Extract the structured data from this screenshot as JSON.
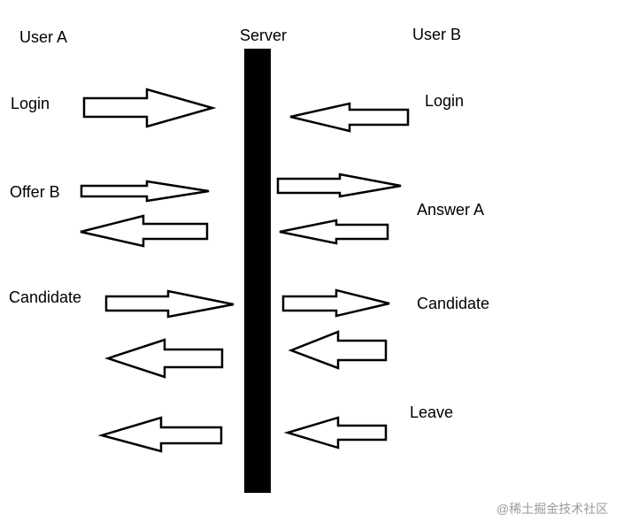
{
  "participants": {
    "user_a": "User A",
    "server": "Server",
    "user_b": "User B"
  },
  "messages": {
    "a_login": "Login",
    "a_offer": "Offer B",
    "a_candidate": "Candidate",
    "b_login": "Login",
    "b_answer": "Answer A",
    "b_candidate": "Candidate",
    "b_leave": "Leave"
  },
  "watermark": "@稀土掘金技术社区",
  "colors": {
    "stroke": "#000000",
    "fill": "#ffffff",
    "server_bar": "#000000",
    "watermark": "#9a9a9a"
  }
}
